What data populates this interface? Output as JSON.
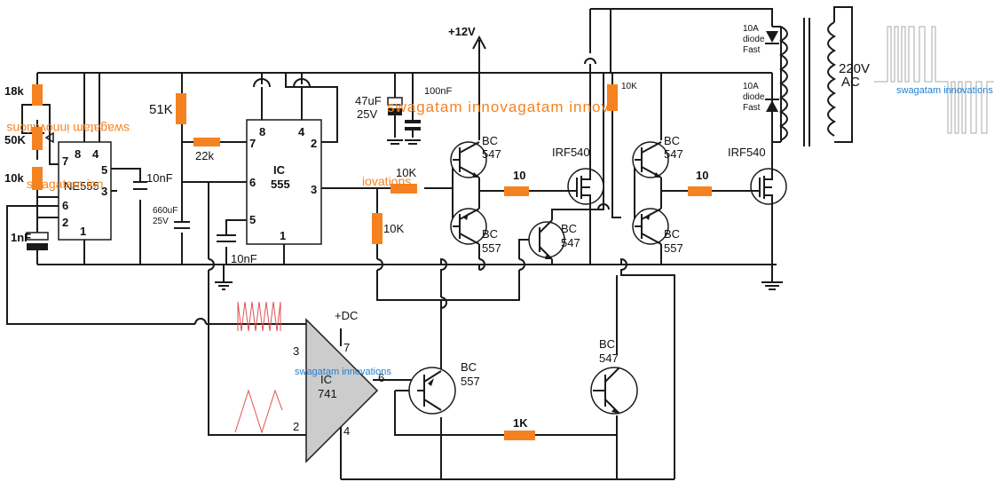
{
  "labels": {
    "supply": "+12V",
    "r18k": "18k",
    "r50k": "50K",
    "r10k_left": "10k",
    "c1nf": "1nF",
    "ne555": "NE555",
    "pin8": "8",
    "pin4": "4",
    "pin7": "7",
    "pin5": "5",
    "pin3": "3",
    "pin6": "6",
    "pin2": "2",
    "pin1": "1",
    "c10nf_a": "10nF",
    "r51k": "51K",
    "r22k": "22k",
    "c660": "660uF\n25V",
    "c660_line1": "660uF",
    "c660_line2": "25V",
    "ic555_line1": "IC",
    "ic555_line2": "555",
    "c10nf_b": "10nF",
    "c47_line1": "47uF",
    "c47_line2": "25V",
    "c100nf": "100nF",
    "r10k_out": "10K",
    "r10k_vert": "10K",
    "bc547_a_1": "BC",
    "bc547_a_2": "547",
    "bc557_a_1": "BC",
    "bc557_a_2": "557",
    "r10_a": "10",
    "irf540_a": "IRF540",
    "bc547_mid_1": "BC",
    "bc547_mid_2": "547",
    "r10k_top": "10K",
    "bc547_b_1": "BC",
    "bc547_b_2": "547",
    "bc557_b_1": "BC",
    "bc557_b_2": "557",
    "r10_b": "10",
    "irf540_b": "IRF540",
    "diode_1": "10A",
    "diode_2": "diode",
    "diode_3": "Fast",
    "ac_1": "220V",
    "ac_2": "AC",
    "dc_plus": "+DC",
    "op_pin3": "3",
    "op_pin2": "2",
    "op_pin7": "7",
    "op_pin4": "4",
    "op_pin6": "6",
    "op_line1": "IC",
    "op_line2": "741",
    "bc557_c_1": "BC",
    "bc557_c_2": "557",
    "bc547_c_1": "BC",
    "bc547_c_2": "547",
    "r1k": "1K"
  },
  "watermarks": {
    "w1": "swagatam inn",
    "w2": "swagatam innovations",
    "w3": "iovations",
    "w4": "swagatam innovagatam innov",
    "w5": "swagatam innovations",
    "w6": "swagatam innovations"
  },
  "colors": {
    "resistor": "#f58220",
    "watermark_orange": "#f58220",
    "watermark_blue": "#1f7fd1",
    "wave": "#e05050",
    "wire": "#1a1a1a"
  }
}
